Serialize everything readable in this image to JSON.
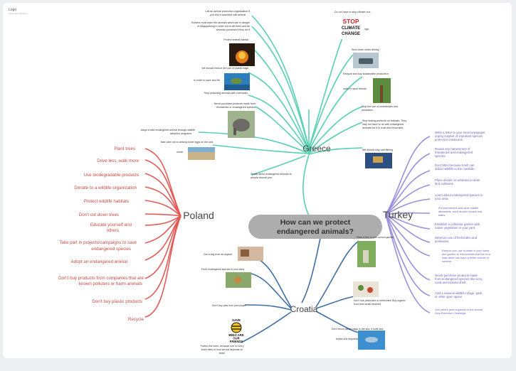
{
  "header": {
    "title": "Logo",
    "subtitle": "Made with Mindomo"
  },
  "colors": {
    "greece": "#58d0b4",
    "poland": "#e35a57",
    "turkey": "#9b8fde",
    "croatia": "#3f6fa3",
    "center_fill": "#adadad"
  },
  "center": {
    "line1": "How can we protect",
    "line2": "endangered animals?"
  },
  "branches": {
    "greece": {
      "title": "Greece",
      "items": [
        "Call an animal protection organization if",
        "you find a wounded wild animal.",
        "Hunters must learn the animals which are in danger",
        "of disappearing in order not to kill them and be",
        "severely punished if they do it",
        "Protect animal habitat",
        "We should reduce the use of plastic bags",
        "in order to save sea life",
        "Stop poisoning animals with chemicals.",
        "Never purchase products made from",
        "threatened or endangered species",
        "Adopt a wild endangered animal through wildlife",
        "adoption programs",
        "Take care not to destroy turtle eggs on the sea",
        "shore.",
        "Speak about endangered animals to",
        "people around you.",
        "Do not have to stop climate cha",
        "nge.",
        "Slow down when driving",
        "Recycle and buy sustainable products in",
        "order to save forests",
        "Stop the use of insecticides and",
        "pesticides.",
        "Stop testing products on animals. They",
        "may not have to do with endangered",
        "animals but it is cruel and inhumane.",
        "We should stop overfishing"
      ]
    },
    "poland": {
      "title": "Poland",
      "items": [
        "Plant trees",
        "Drive less, walk more",
        "Use biodegradable products",
        "Donate to a wildlife organization",
        "Protect wildlife habitats",
        "Don't cut down trees",
        "Educate yourself and",
        "others",
        "Take part in projects/campaigns to save",
        "endangered species",
        "Adopt an endangered animal",
        "Don't buy products from companies that are",
        "known polluters or harm animals",
        "Don't buy plastic products",
        "Recycle"
      ]
    },
    "turkey": {
      "title": "Turkey",
      "items": [
        "Write a letter to your local newspaper",
        "urging support of important species",
        "protection measures.",
        "Report any harassment of",
        "threatened and endangered",
        "species.",
        "Don't litter because trash can",
        "attract wildlife to the roadside.",
        "Place decals on windows to deter",
        "bird collisions.",
        "Learn about endangered species in",
        "your area.",
        "Put bird feeders and other wildlife",
        "attractants, such as bird houses and",
        "baths.",
        "Establish a pollinator garden with",
        "native vegetation in your yard.",
        "Minimize use of herbicides and",
        "pesticides.",
        "Reduce your use of water in your home",
        "and garden so that animals that live in or",
        "near water can have a better chance of",
        "survival",
        "Never purchase products made",
        "from endangered species like ivory,",
        "coral and tortoise shell.",
        "Visit a national wildlife refuge, park",
        "or other open space",
        "Join others (and organize) in the annual",
        "Stop Extinction Challenge."
      ]
    },
    "croatia": {
      "title": "Croatia",
      "items": [
        "Get a dog from an asylum",
        "Feed endangered species in your area",
        "Plant a tree in your school garden",
        "Don't buy pets from pet shops!",
        "Don't use pesticides or herbicides! Buy organic",
        "food from small vendors!",
        "Don't throw plastic bags in the sea, it hurts sea",
        "turtles and dolphins!",
        "Protect the bees, because one in every",
        "three bites of food we eat depends on",
        "bees!"
      ],
      "bees_sign": {
        "top": "SAVE",
        "bottom1": "BEES ARE",
        "bottom2": "OUR",
        "bottom3": "FRIENDS"
      }
    },
    "stop_sign": {
      "line1": "STOP",
      "line2": "CLIMATE",
      "line3": "CHANGE"
    }
  }
}
